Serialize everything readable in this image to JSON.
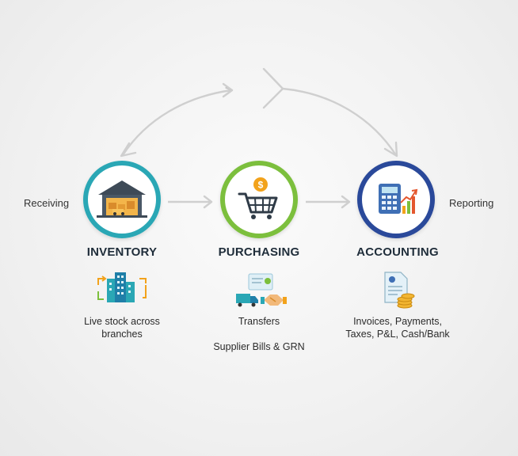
{
  "side_labels": {
    "left": "Receiving",
    "right": "Reporting"
  },
  "modules": [
    {
      "title": "INVENTORY",
      "icon": "warehouse-icon",
      "ring_color": "#2aa7b5",
      "desc_lines": [
        "Live stock across",
        "branches"
      ]
    },
    {
      "title": "PURCHASING",
      "icon": "shopping-cart-icon",
      "ring_color": "#7cbf3c",
      "desc_lines": [
        "Transfers",
        "Supplier Bills & GRN"
      ]
    },
    {
      "title": "ACCOUNTING",
      "icon": "calculator-chart-icon",
      "ring_color": "#2b4a9a",
      "desc_lines": [
        "Invoices, Payments,",
        "Taxes, P&L, Cash/Bank"
      ]
    }
  ],
  "colors": {
    "arrow": "#c9c9c9",
    "title_text": "#1f2d3a"
  }
}
